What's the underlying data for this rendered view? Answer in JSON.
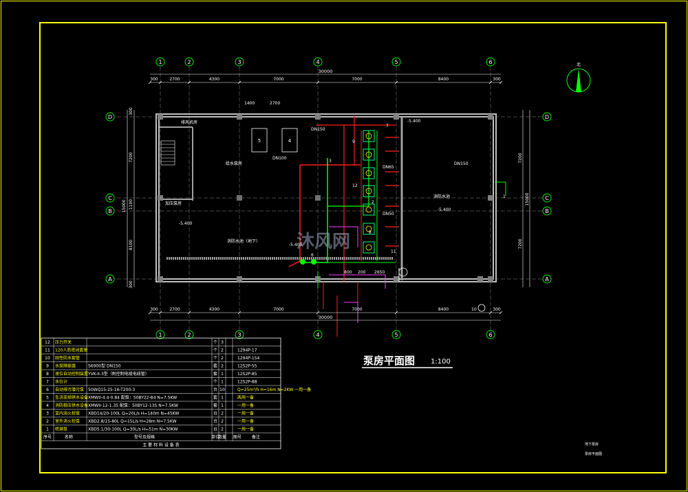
{
  "title": "泵房平面图",
  "scale": "1:100",
  "watermark": "沐风网",
  "north_label": "北",
  "colors": {
    "frame": "#ffff00",
    "wall": "#c0c0c0",
    "grid": "#ffffff",
    "axis": "#00ff00",
    "dim": "#ffffff",
    "pipe_red": "#ff2020",
    "pipe_green": "#00ff00",
    "pipe_magenta": "#ff40ff",
    "text_yellow": "#ffff00",
    "equip": "#00ff80"
  },
  "axes_x": [
    {
      "label": "1"
    },
    {
      "label": "2"
    },
    {
      "label": "3"
    },
    {
      "label": "4"
    },
    {
      "label": "5"
    },
    {
      "label": "6"
    }
  ],
  "axes_y": [
    {
      "label": "D"
    },
    {
      "label": "C"
    },
    {
      "label": "B"
    },
    {
      "label": "A"
    }
  ],
  "dims_top": {
    "left_edge": "300",
    "spans": [
      "2700",
      "4300",
      "7000",
      "7000",
      "8400"
    ],
    "right_edge": "300",
    "total": "30000"
  },
  "dims_bottom": {
    "left_edge": "300",
    "spans": [
      "2700",
      "4300",
      "7000",
      "7000",
      "8400"
    ],
    "right_edge": "300",
    "total": "30000"
  },
  "dims_left": {
    "top": "300",
    "spans": [
      "7200",
      "1100",
      "8100"
    ],
    "bottom": "300",
    "total": "15000"
  },
  "dims_right": {
    "spans": [
      "7200",
      "7200"
    ],
    "total": "15000"
  },
  "plan_labels": {
    "lift": "排风机房",
    "room_main": "给水泵房",
    "pool": "消防水池（地下）",
    "room_fire": "消防水池",
    "equip_room": "加压泵房",
    "level1": "-5.400",
    "level2": "-5.400",
    "level3": "-5.400",
    "level4": "-5.400",
    "pipe_dn150a": "DN150",
    "pipe_dn150b": "DN150",
    "pipe_dn100": "DN100",
    "pipe_dn65": "DN65",
    "pipe_dn50": "DN50",
    "dim_1400": "1400",
    "dim_2700": "2700",
    "dim_800": "800",
    "dim_200": "200",
    "dim_2650": "2650",
    "tank5": "5",
    "tank4": "4",
    "n1": "1",
    "n2": "2",
    "n12": "12",
    "n10": "10",
    "n7": "7",
    "n3": "3",
    "n6": "6",
    "n11": "11",
    "n8": "8",
    "n9": "9"
  },
  "table": {
    "headers": [
      "序号",
      "名称",
      "型号及规格",
      "单位",
      "数量",
      "图号",
      "备注"
    ],
    "footer": "主 要 材 料 设 备 表",
    "rows": [
      {
        "no": "12",
        "name": "压力开关",
        "spec": "",
        "unit": "个",
        "qty": "3",
        "ref": "",
        "note": ""
      },
      {
        "no": "11",
        "name": "120人防密闭套管",
        "spec": "",
        "unit": "个",
        "qty": "2",
        "ref": "1294P-17",
        "note": ""
      },
      {
        "no": "10",
        "name": "刚性防水套管",
        "spec": "",
        "unit": "个",
        "qty": "2",
        "ref": "1294P-154",
        "note": ""
      },
      {
        "no": "9",
        "name": "水泵隔振器",
        "spec": "S6900型  DN150",
        "unit": "套",
        "qty": "2",
        "ref": "12S2P-55",
        "note": ""
      },
      {
        "no": "8",
        "name": "液位自动控制装置",
        "spec": "YVK-II-3型（附控制电缆电线管）",
        "unit": "套",
        "qty": "1",
        "ref": "12S2P-85",
        "note": ""
      },
      {
        "no": "7",
        "name": "水位计",
        "spec": "",
        "unit": "个",
        "qty": "1",
        "ref": "12S2P-88",
        "note": ""
      },
      {
        "no": "6",
        "name": "自动排污潜污泵",
        "spec": "50WQ15-25-16-T200-3",
        "unit": "台",
        "qty": "10",
        "ref": "",
        "note": "Q=25m³/h  H=16m  N=2KW   一用一备"
      },
      {
        "no": "5",
        "name": "生活变频供水设备",
        "spec": "XMWII-4.4-0.84   配泵：50BY22-B4  N=7.5KW",
        "unit": "套",
        "qty": "1",
        "ref": "",
        "note": "两用一备"
      },
      {
        "no": "4",
        "name": "消防稳压供水设备",
        "spec": "XMWII-12-1.35   配泵：50BY12-13S  N=7.5KW",
        "unit": "套",
        "qty": "1",
        "ref": "",
        "note": "一用一备"
      },
      {
        "no": "3",
        "name": "室内消火栓泵",
        "spec": "XBD14/20-100L  Q=20L/s  H=140m  N=45KW",
        "unit": "台",
        "qty": "2",
        "ref": "",
        "note": "一用一备"
      },
      {
        "no": "2",
        "name": "室外消火栓泵",
        "spec": "XBD2.8/15-80L  Q=15L/s  H=28m  N=7.5KW",
        "unit": "台",
        "qty": "2",
        "ref": "",
        "note": "一用一备"
      },
      {
        "no": "1",
        "name": "喷淋泵",
        "spec": "XBD5.1/30-100L  Q=30L/s  H=51m  N=30KW",
        "unit": "台",
        "qty": "2",
        "ref": "",
        "note": "一用一备"
      }
    ]
  },
  "note_right_1": "地下泵房",
  "note_right_2": "泵房平面图"
}
